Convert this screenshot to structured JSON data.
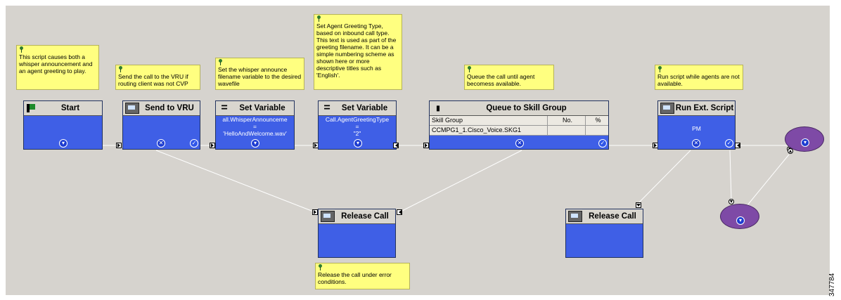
{
  "notes": {
    "start": "This script causes both a whisper announcement and an agent greeting to play.",
    "send_to_vru": "Send the call to the VRU if routing client was not CVP",
    "set_var_1": "Set the whisper announce filename variable to the desired wavefile",
    "set_var_2": "Set Agent Greeting Type, based on inbound call type. This text is used as part of the greeting filename. It can be a simple numbering scheme as shown here or more descriptive titles such as 'English'.",
    "queue": "Queue the call until agent becomess available.",
    "run_script": "Run script while agents are not available.",
    "release": "Release the call under error conditions."
  },
  "nodes": {
    "start": {
      "title": "Start"
    },
    "send_to_vru": {
      "title": "Send to VRU"
    },
    "set_var_1": {
      "title": "Set Variable",
      "line1": "all.WhisperAnnounceme",
      "line2": "=",
      "line3": "'HelloAndWelcome.wav'"
    },
    "set_var_2": {
      "title": "Set Variable",
      "line1": "Call.AgentGreetingType",
      "line2": "=",
      "line3": "\"2\""
    },
    "queue": {
      "title": "Queue to Skill Group",
      "columns": [
        "Skill Group",
        "No.",
        "%"
      ],
      "rows": [
        [
          "CCMPG1_1.Cisco_Voice.SKG1",
          "",
          ""
        ]
      ]
    },
    "run_script": {
      "title": "Run Ext. Script",
      "text": "PM"
    },
    "release_1": {
      "title": "Release Call"
    },
    "release_2": {
      "title": "Release Call"
    }
  },
  "side_id": "347784",
  "colors": {
    "canvas": "#d6d3ce",
    "node_body": "#3f5fe6",
    "note": "#ffff80",
    "oval": "#7e4aa6"
  }
}
